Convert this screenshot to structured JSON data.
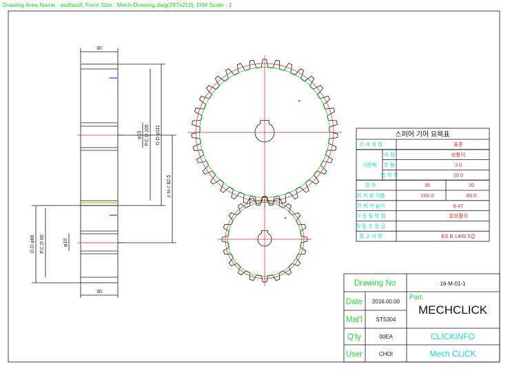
{
  "header": {
    "text": "Drawing Area Name : asdfasdf, Form Size : Mech-Drawing.dwg(297x210), DIM Scale : 1"
  },
  "side_view": {
    "top_width": "30",
    "bottom_width": "30",
    "shaft_large": "φ15",
    "pcd_large": "P.C.D 105",
    "od_large": "O.D φ111",
    "center_distance": "c to c 82.5",
    "od_small": "O.D φ66",
    "pcd_small": "P.C.D 60",
    "shaft_small": "φ10"
  },
  "gears": {
    "large_teeth": 35,
    "small_teeth": 20
  },
  "spec_table": {
    "title": "스퍼어 기어 요목표",
    "rows": [
      {
        "label": "기 어 치 형",
        "value": "표준"
      },
      {
        "group": "기준랙",
        "label": "치 형",
        "value": "보통이"
      },
      {
        "group": "기준랙",
        "label": "모 듈",
        "value": "3.0"
      },
      {
        "group": "기준랙",
        "label": "압 력 각",
        "value": "20.0"
      },
      {
        "label": "잇 수",
        "v1": "35",
        "v2": "20"
      },
      {
        "label": "피 치 원 지름",
        "v1": "105.0",
        "v2": "60.0"
      },
      {
        "label": "전 체 이 높이",
        "value": "6.47"
      },
      {
        "label": "다 듬 질 방 법",
        "value": "호브절삭"
      },
      {
        "label": "정 밀 도 등 급",
        "value": ""
      },
      {
        "label": "참 고 사 항",
        "value": "KS B 1405 5급"
      }
    ]
  },
  "title_block": {
    "drawing_no_label": "Drawing No",
    "drawing_no": "16-M-01-1",
    "date_label": "Date",
    "date": "2016.00.00",
    "part_label": "Part.",
    "part": "MECHCLICK",
    "matl_label": "Mat'l",
    "matl": "STS304",
    "qty_label": "Q'ty",
    "qty": "00EA",
    "company": "CLICKINFO",
    "user_label": "User",
    "user": "CHOI",
    "brand": "Mech CLiCK"
  },
  "colors": {
    "label_green": "#2ecc40",
    "value_cyan": "#20d0d0",
    "line_red": "#e02020"
  }
}
